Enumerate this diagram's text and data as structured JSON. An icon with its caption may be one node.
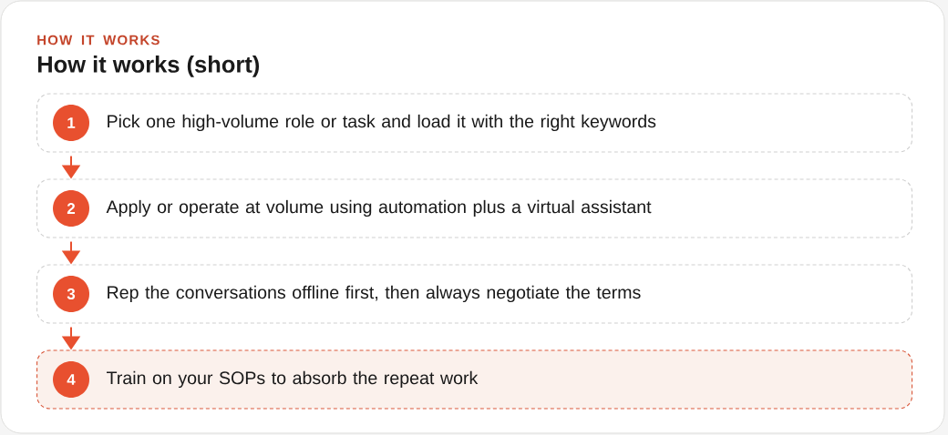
{
  "diagram": {
    "title": "How it works (short)",
    "nodes": [
      {
        "text": [
          "Pick one high-volume role or task and load it with the right keywords"
        ]
      },
      {
        "text": [
          "1"
        ],
        "in": 0
      },
      {
        "text": [
          "Apply or operate at volume using automation plus a virtual assistant"
        ]
      },
      {
        "text": [
          "2"
        ],
        "in": 2
      },
      {
        "text": [
          "Rep the conversations offline first, then always negotiate the terms"
        ]
      },
      {
        "text": [
          "3"
        ],
        "in": 4
      },
      {
        "text": [
          "Train on your SOPs to absorb the repeat work"
        ]
      },
      {
        "text": [
          "4"
        ],
        "in": 6
      }
    ],
    "edges": [
      {
        "from": 0,
        "to": 2,
        "arrow": "to"
      },
      {
        "from": 2,
        "to": 4,
        "arrow": "to"
      },
      {
        "from": 4,
        "to": 6,
        "arrow": "to"
      }
    ],
    "labels": [
      "HOW IT WORKS"
    ]
  }
}
